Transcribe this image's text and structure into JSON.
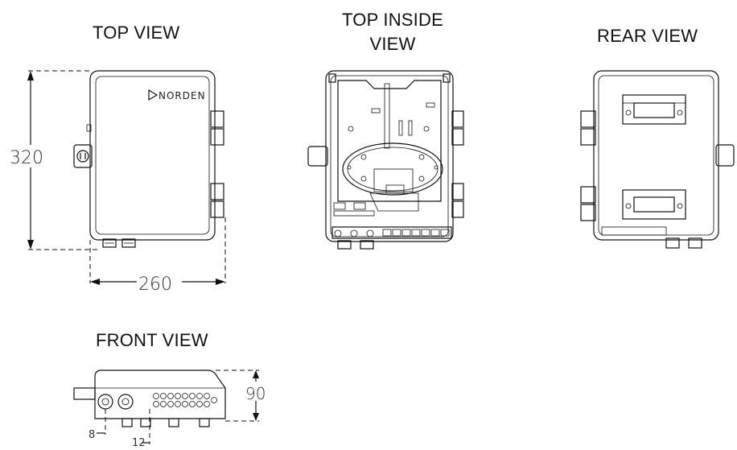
{
  "views": {
    "top": "TOP VIEW",
    "top_inside_line1": "TOP INSIDE",
    "top_inside_line2": "VIEW",
    "rear": "REAR VIEW",
    "front": "FRONT VIEW"
  },
  "brand": "NORDEN",
  "dimensions": {
    "height": "320",
    "width": "260",
    "depth": "90",
    "port_offset": "8",
    "port_spacing": "12"
  }
}
